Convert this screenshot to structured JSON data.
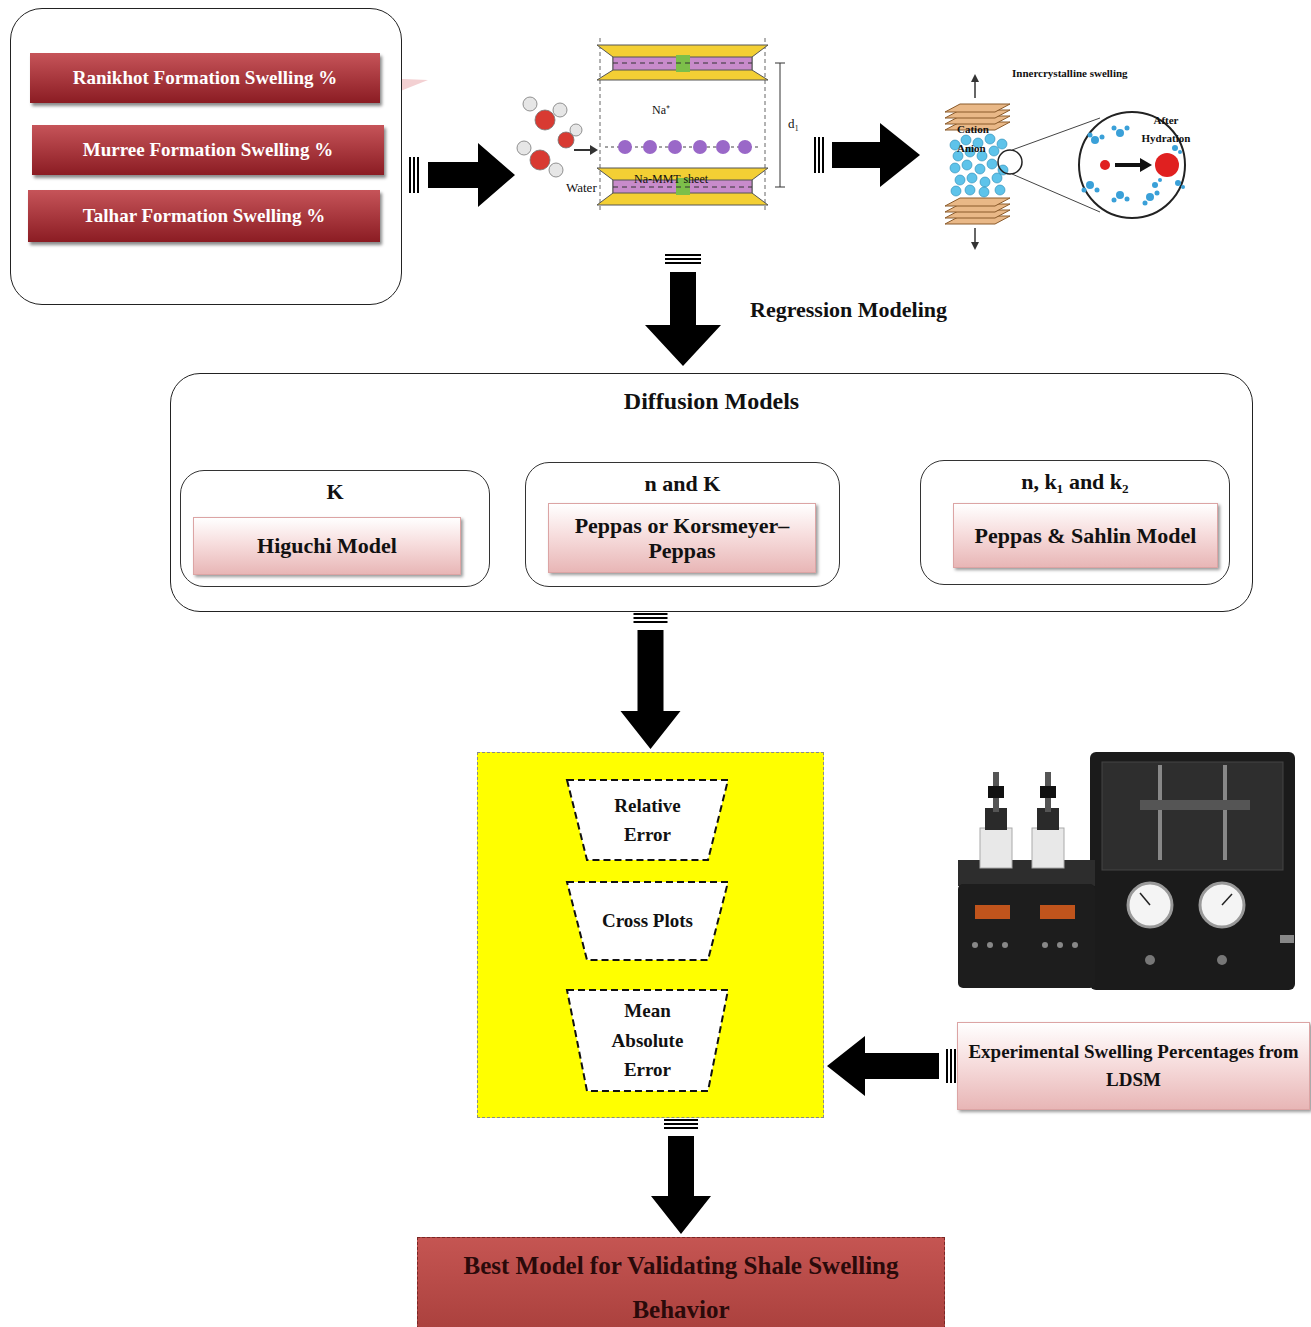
{
  "diagram": {
    "nodes": [
      {
        "text": []
      },
      {
        "text": [
          "Ranikhot Formation Swelling %"
        ],
        "in": 0
      },
      {
        "text": [
          "Murree Formation Swelling %"
        ],
        "in": 0
      },
      {
        "text": [
          "Talhar Formation Swelling %"
        ],
        "in": 0
      },
      {
        "text": [
          "Diffusion Models"
        ]
      },
      {
        "text": [
          "K"
        ],
        "in": 4
      },
      {
        "text": [
          "Higuchi Model"
        ],
        "in": 5
      },
      {
        "text": [
          "n and K"
        ],
        "in": 4
      },
      {
        "text": [
          "Peppas or Korsmeyer–Peppas"
        ],
        "in": 7
      },
      {
        "text": [
          "n, k₁ and k₂"
        ],
        "in": 4
      },
      {
        "text": [
          "Peppas & Sahlin Model"
        ],
        "in": 9
      },
      {
        "text": []
      },
      {
        "text": [
          "Relative Error"
        ],
        "in": 11
      },
      {
        "text": [
          "Cross Plots"
        ],
        "in": 11
      },
      {
        "text": [
          "Mean Absolute Error"
        ],
        "in": 11
      },
      {
        "text": [
          "Experimental Swelling Percentages from LDSM"
        ]
      },
      {
        "text": [
          "Best Model for Validating Shale Swelling Behavior"
        ]
      }
    ],
    "edges": [
      {
        "from": 4,
        "to": 11,
        "arrow": "to"
      },
      {
        "from": 15,
        "to": 11,
        "arrow": "to"
      },
      {
        "from": 11,
        "to": 16,
        "arrow": "to"
      }
    ],
    "labels": [
      "Regression Modeling",
      "Water",
      "Na⁺",
      "Na-MMT sheet",
      "d₁",
      "Innercrystalline swelling",
      "Cation",
      "Anion",
      "After Hydration"
    ]
  }
}
